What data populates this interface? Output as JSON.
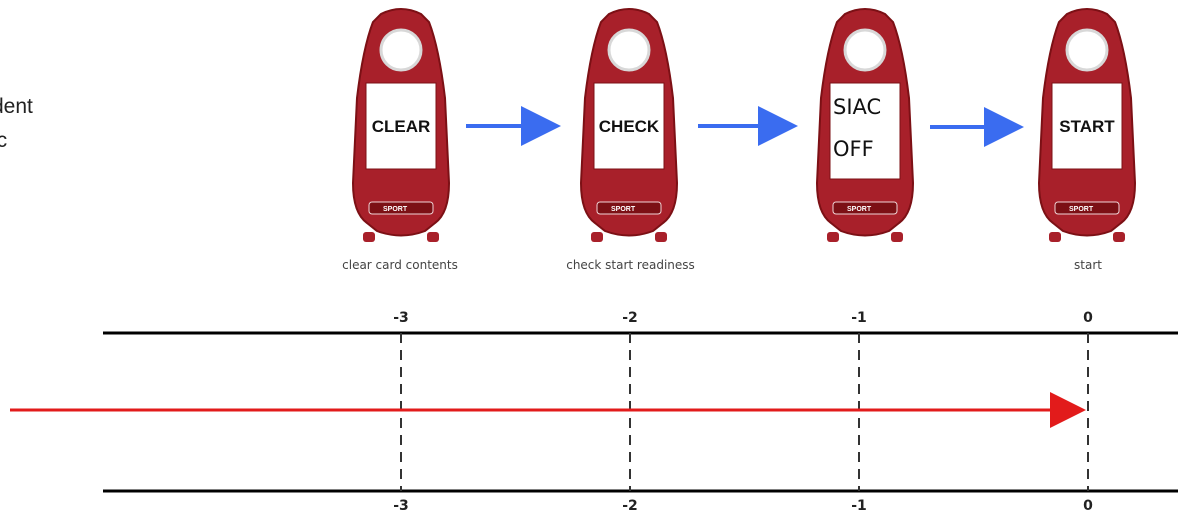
{
  "left_text": [
    "dent",
    "ic"
  ],
  "stations": [
    {
      "label": "CLEAR",
      "caption": "clear card contents",
      "bold": true
    },
    {
      "label": "CHECK",
      "caption": "check start readiness",
      "bold": true
    },
    {
      "label_lines": [
        "SIAC",
        "OFF"
      ],
      "caption": "",
      "bold": false
    },
    {
      "label": "START",
      "caption": "start",
      "bold": true
    }
  ],
  "station_brand": "SPORT",
  "timeline": {
    "top_ticks": [
      "-3",
      "-2",
      "-1",
      "0"
    ],
    "bottom_ticks": [
      "-3",
      "-2",
      "-1",
      "0"
    ]
  },
  "colors": {
    "station_red": "#a8202a",
    "station_red_dark": "#7c1015",
    "flow_arrow": "#3a6cf0",
    "timeline_arrow": "#e21b1b",
    "axis_line": "#000000",
    "tick_line": "#333333"
  }
}
